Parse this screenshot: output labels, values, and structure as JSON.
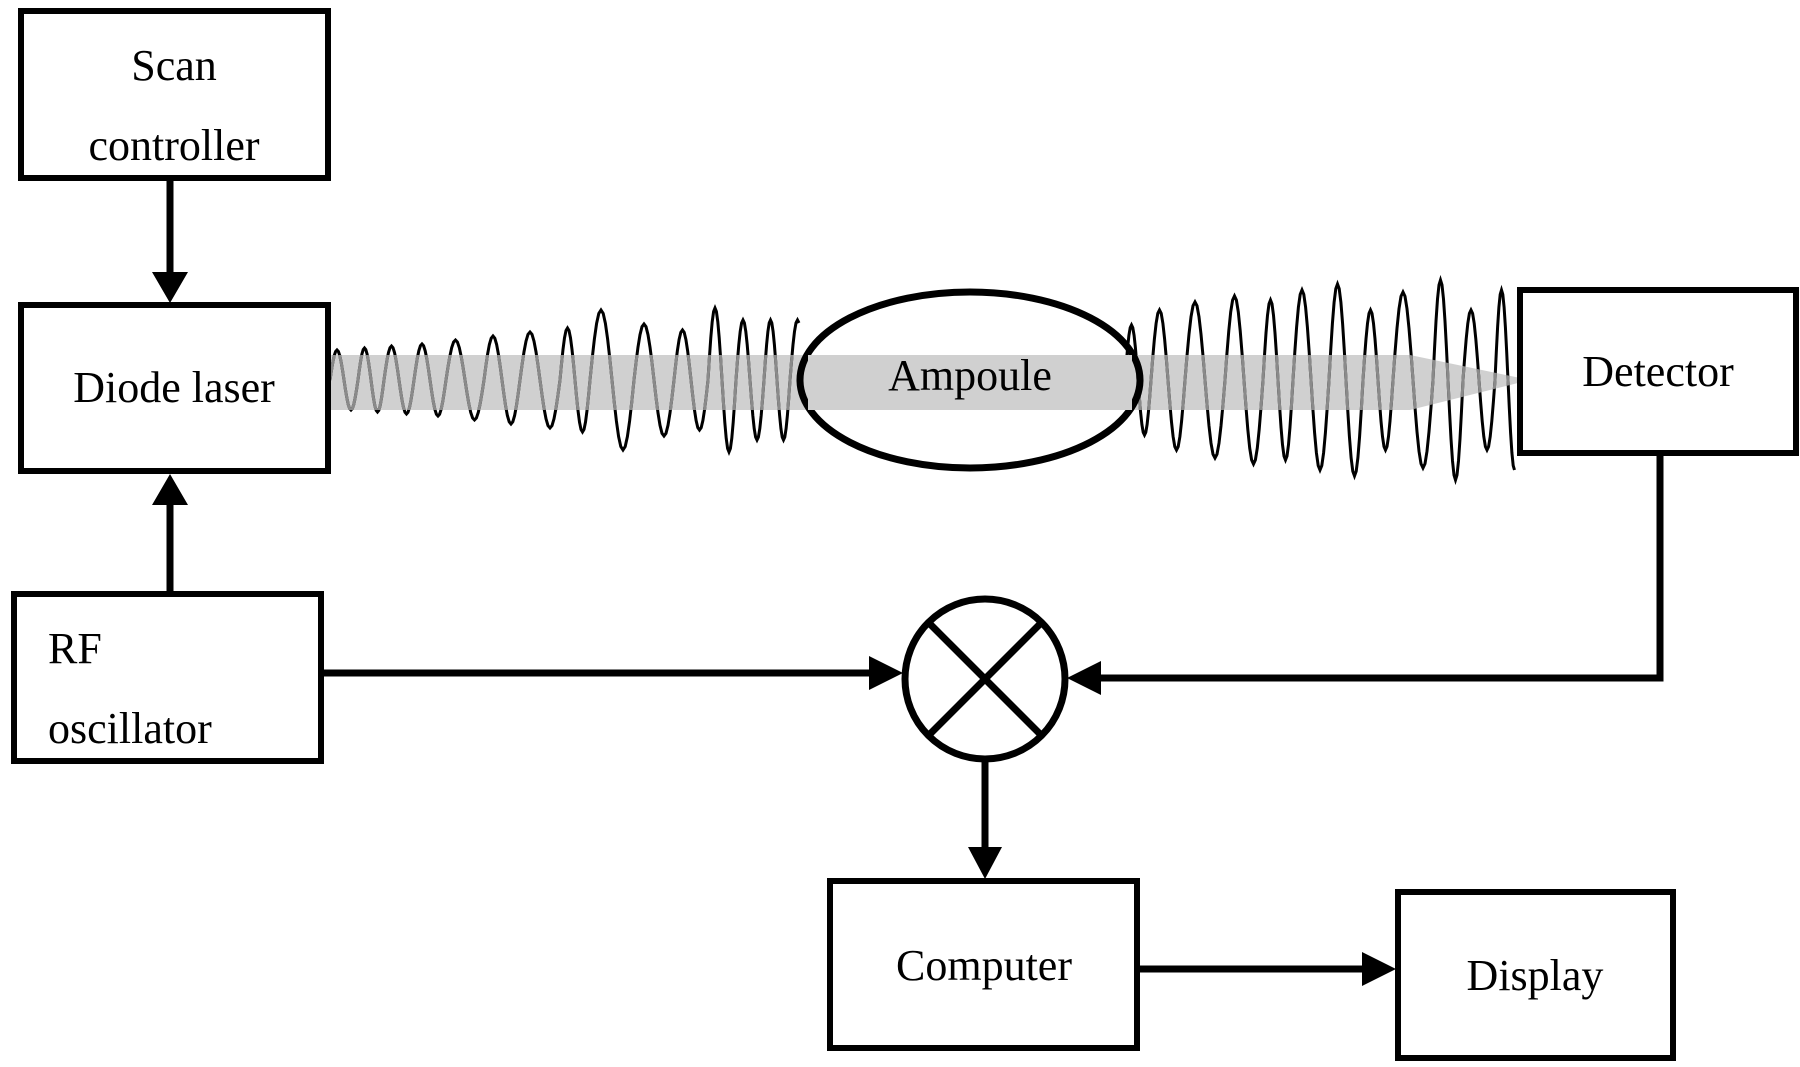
{
  "blocks": {
    "scan_controller": [
      "Scan",
      "controller"
    ],
    "diode_laser": "Diode laser",
    "rf_oscillator": [
      "RF",
      "oscillator"
    ],
    "ampoule": "Ampoule",
    "detector": "Detector",
    "computer": "Computer",
    "display": "Display"
  },
  "icons": {
    "mixer": "mixer-circle-x-icon",
    "signal": "sine-wave-icon"
  },
  "colors": {
    "line": "#000000",
    "beam": "#d0d0d0",
    "background": "#ffffff"
  }
}
